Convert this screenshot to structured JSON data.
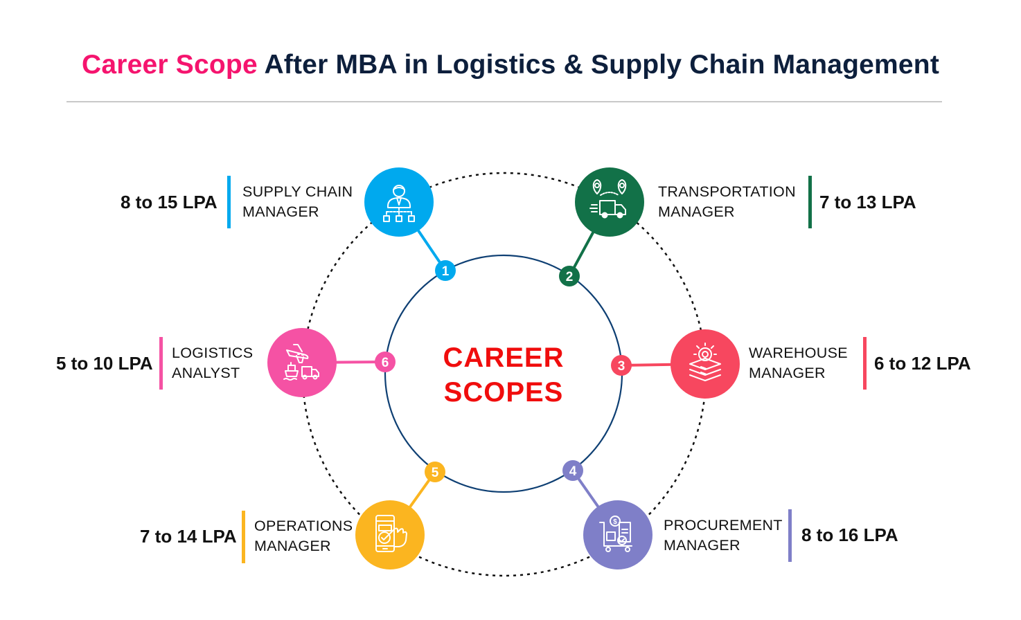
{
  "title": {
    "accent": "Career Scope",
    "rest": "After MBA in Logistics & Supply Chain Management"
  },
  "center": {
    "line1": "CAREER",
    "line2": "SCOPES"
  },
  "colors": {
    "title_accent": "#f5146e",
    "title_text": "#0d1f3c",
    "center_text": "#f00d0d",
    "inner_circle": "#0e3f73"
  },
  "careers": [
    {
      "number": "1",
      "title_line1": "SUPPLY CHAIN",
      "title_line2": "MANAGER",
      "salary": "8 to 15 LPA",
      "color": "#00a9ee",
      "icon": "manager-hierarchy-icon"
    },
    {
      "number": "2",
      "title_line1": "TRANSPORTATION",
      "title_line2": "MANAGER",
      "salary": "7 to 13 LPA",
      "color": "#127148",
      "icon": "delivery-truck-route-icon"
    },
    {
      "number": "3",
      "title_line1": "WAREHOUSE",
      "title_line2": "MANAGER",
      "salary": "6 to 12 LPA",
      "color": "#f7475f",
      "icon": "stacked-layers-gear-icon"
    },
    {
      "number": "4",
      "title_line1": "PROCUREMENT",
      "title_line2": "MANAGER",
      "salary": "8 to 16 LPA",
      "color": "#7f7fc8",
      "icon": "procurement-cart-icon"
    },
    {
      "number": "5",
      "title_line1": "OPERATIONS",
      "title_line2": "MANAGER",
      "salary": "7 to 14 LPA",
      "color": "#fbb520",
      "icon": "mobile-touch-check-icon"
    },
    {
      "number": "6",
      "title_line1": "LOGISTICS",
      "title_line2": "ANALYST",
      "salary": "5 to 10 LPA",
      "color": "#f552a4",
      "icon": "plane-ship-truck-icon"
    }
  ]
}
